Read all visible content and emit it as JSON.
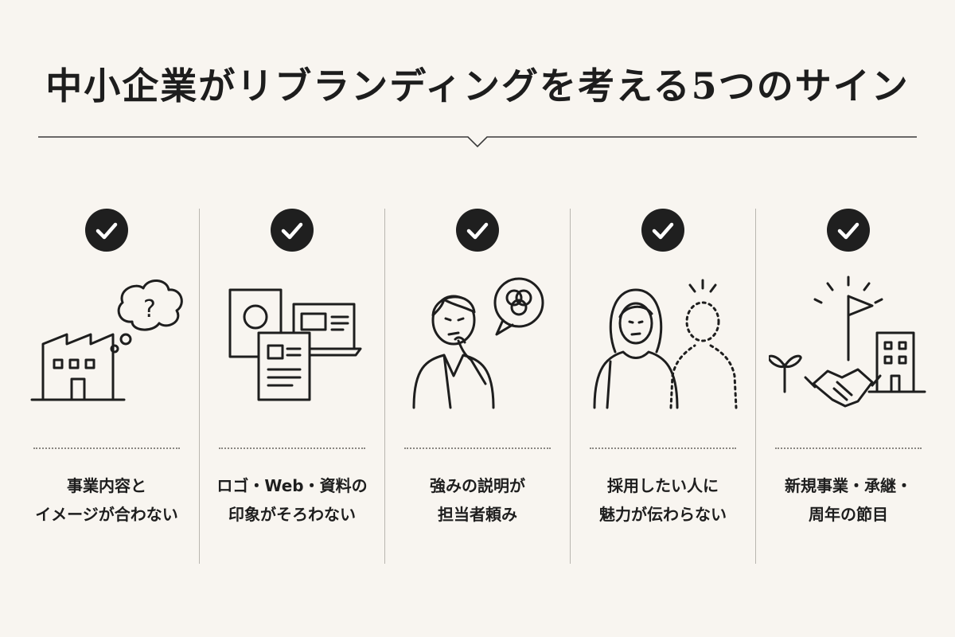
{
  "title": "中小企業がリブランディングを考える5つのサイン",
  "signs": [
    {
      "icon": "factory-with-question-bubble-icon",
      "line1": "事業内容と",
      "line2": "イメージが合わない"
    },
    {
      "icon": "logo-web-documents-icon",
      "line1": "ロゴ・Web・資料の",
      "line2": "印象がそろわない"
    },
    {
      "icon": "puzzled-person-icon",
      "line1": "強みの説明が",
      "line2": "担当者頼み"
    },
    {
      "icon": "recruit-candidate-icon",
      "line1": "採用したい人に",
      "line2": "魅力が伝わらない"
    },
    {
      "icon": "handshake-flag-building-icon",
      "line1": "新規事業・承継・",
      "line2": "周年の節目"
    }
  ],
  "colors": {
    "background": "#f8f5f0",
    "ink": "#1e1e1e",
    "divider": "#b9b6b0"
  }
}
